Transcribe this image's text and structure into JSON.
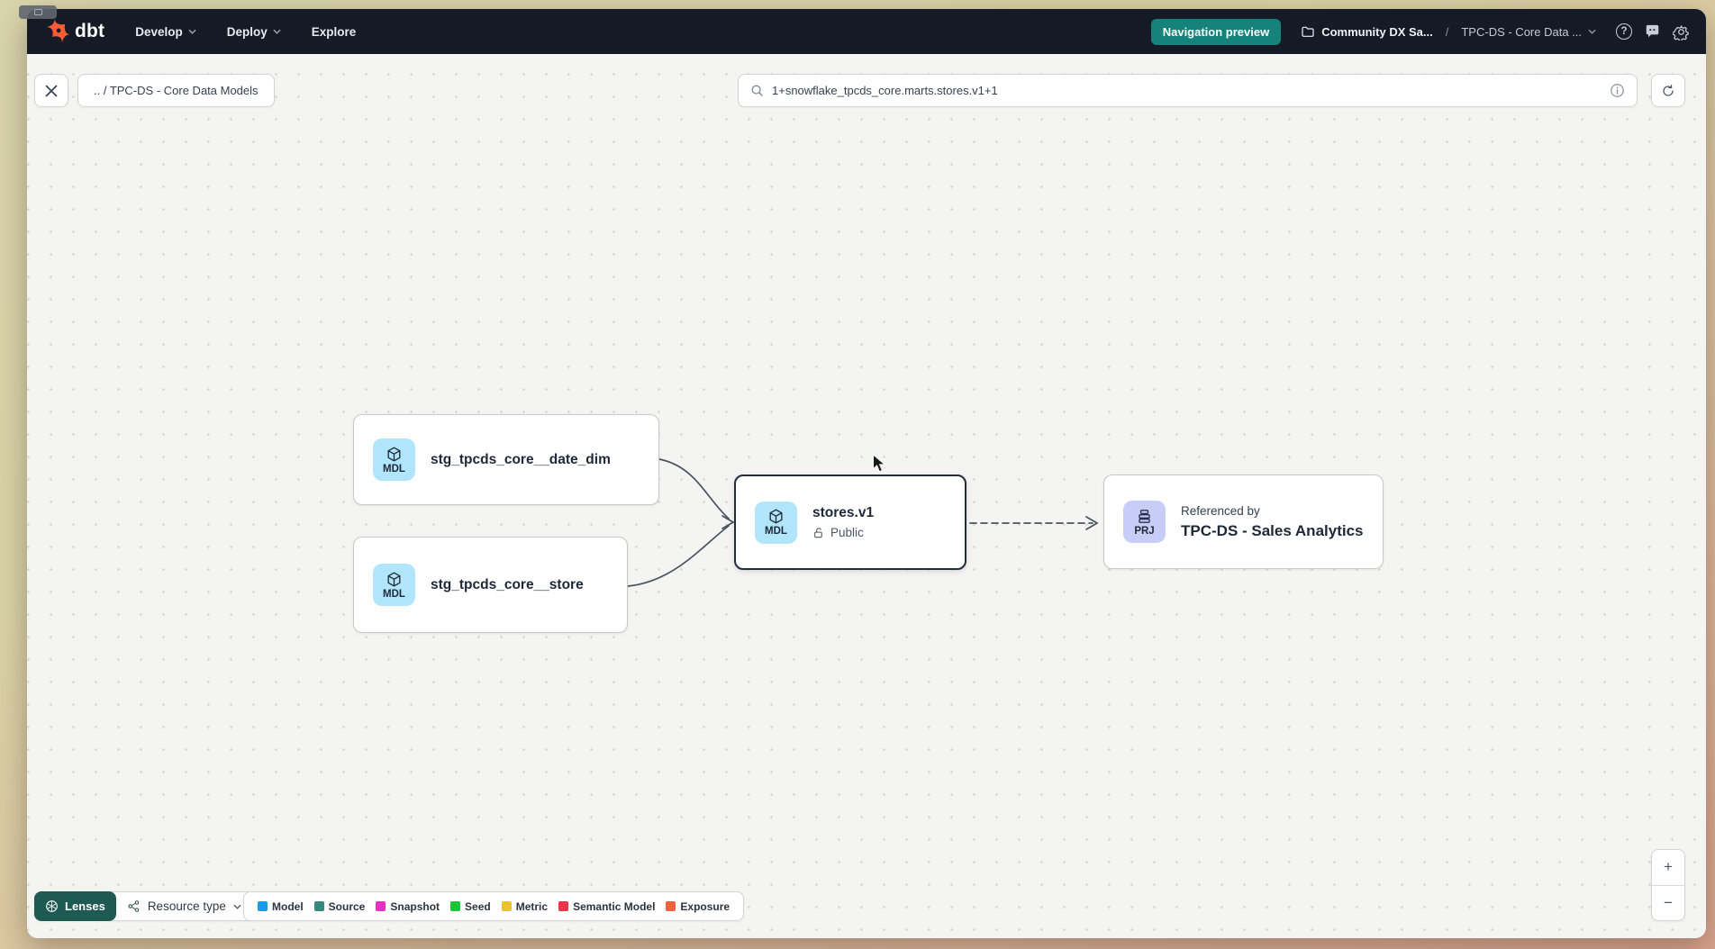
{
  "navbar": {
    "logo_text": "dbt",
    "menus": [
      {
        "label": "Develop"
      },
      {
        "label": "Deploy"
      },
      {
        "label": "Explore"
      }
    ],
    "preview_badge": "Navigation preview",
    "account_name": "Community DX Sa...",
    "crumb_separator": "/",
    "project_name": "TPC-DS - Core Data ...",
    "help_glyph": "?",
    "colors": {
      "badge_bg": "#16827a",
      "bar_bg": "#151b26"
    }
  },
  "toolbar": {
    "breadcrumb": ".. / TPC-DS - Core Data Models",
    "search_value": "1+snowflake_tpcds_core.marts.stores.v1+1"
  },
  "graph": {
    "nodes": [
      {
        "badge": "MDL",
        "title": "stg_tpcds_core__date_dim",
        "badge_color": "#b0e5fb"
      },
      {
        "badge": "MDL",
        "title": "stg_tpcds_core__store",
        "badge_color": "#b0e5fb"
      },
      {
        "badge": "MDL",
        "title": "stores.v1",
        "subtitle": "Public",
        "selected": true,
        "badge_color": "#b0e5fb"
      },
      {
        "badge": "PRJ",
        "label_top": "Referenced by",
        "title": "TPC-DS - Sales Analytics",
        "badge_color": "#c6cef7"
      }
    ]
  },
  "footer": {
    "lenses_label": "Lenses",
    "resource_type_label": "Resource type",
    "lenses_color": "#1e5a52",
    "legend": [
      {
        "label": "Model",
        "color": "#189ee3"
      },
      {
        "label": "Source",
        "color": "#33897e"
      },
      {
        "label": "Snapshot",
        "color": "#e331c6"
      },
      {
        "label": "Seed",
        "color": "#1cc437"
      },
      {
        "label": "Metric",
        "color": "#edc327"
      },
      {
        "label": "Semantic Model",
        "color": "#ec3347"
      },
      {
        "label": "Exposure",
        "color": "#f0613d"
      }
    ]
  },
  "zoom_controls": {
    "zoom_in": "+",
    "zoom_out": "−"
  }
}
